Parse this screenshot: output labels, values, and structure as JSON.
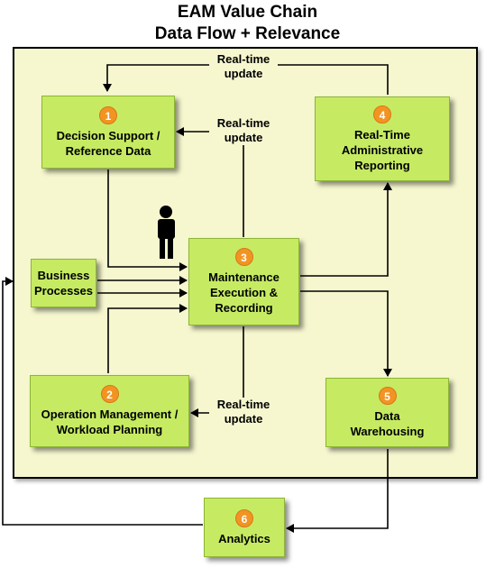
{
  "title": {
    "line1": "EAM Value Chain",
    "line2": "Data Flow + Relevance"
  },
  "boxes": {
    "decision": {
      "num": "1",
      "line1": "Decision Support /",
      "line2": "Reference Data"
    },
    "operation": {
      "num": "2",
      "line1": "Operation Management /",
      "line2": "Workload Planning"
    },
    "maintenance": {
      "num": "3",
      "line1": "Maintenance",
      "line2": "Execution &",
      "line3": "Recording"
    },
    "reporting": {
      "num": "4",
      "line1": "Real-Time",
      "line2": "Administrative",
      "line3": "Reporting"
    },
    "warehouse": {
      "num": "5",
      "line1": "Data",
      "line2": "Warehousing"
    },
    "analytics": {
      "num": "6",
      "line1": "Analytics"
    },
    "business": {
      "line1": "Business",
      "line2": "Processes"
    }
  },
  "labels": {
    "top": {
      "line1": "Real-time",
      "line2": "update"
    },
    "middle": {
      "line1": "Real-time",
      "line2": "update"
    },
    "bottom": {
      "line1": "Real-time",
      "line2": "update"
    }
  },
  "colors": {
    "box_fill": "#c6eb63",
    "frame_fill": "#f6f7cf",
    "badge": "#f29422",
    "line": "#000000"
  },
  "icons": [
    "person-icon"
  ]
}
